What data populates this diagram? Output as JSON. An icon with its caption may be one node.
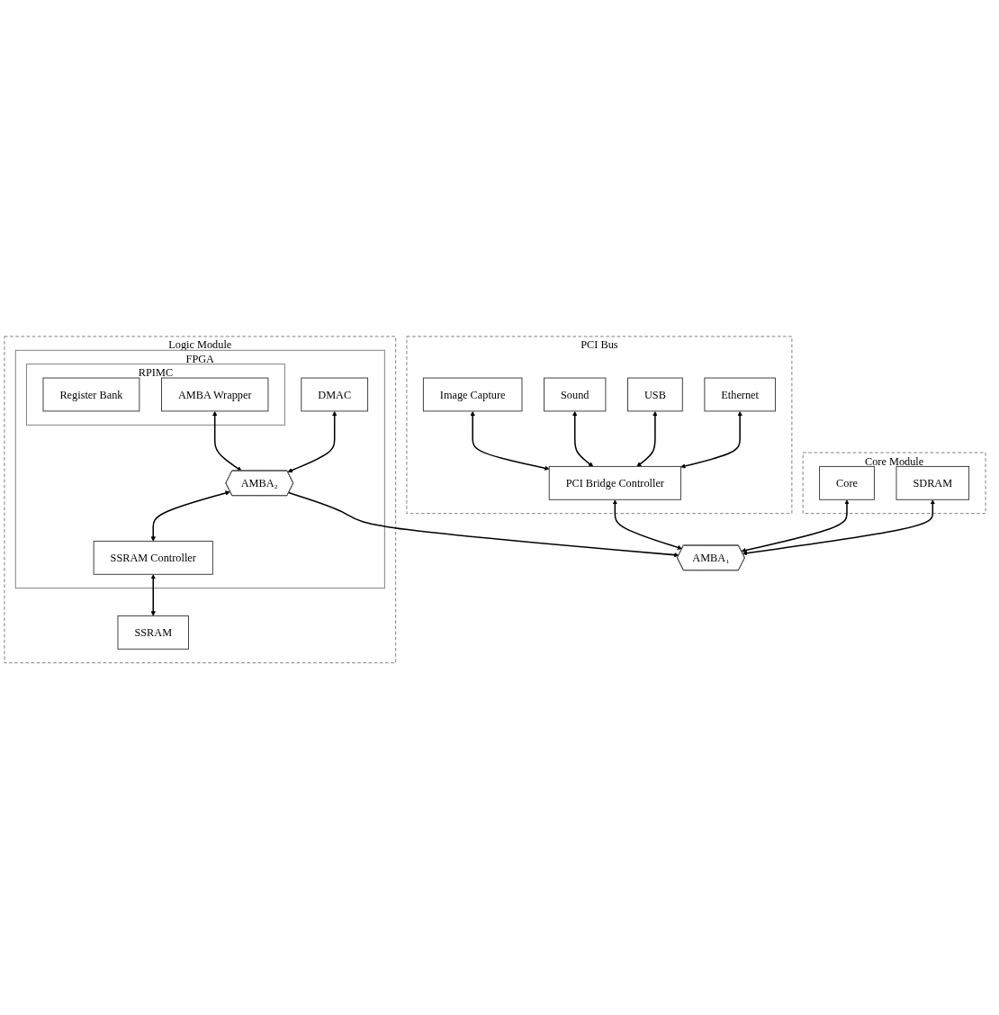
{
  "diagram": {
    "nodes": [
      {
        "text": [
          "PCI Bus"
        ]
      },
      {
        "text": [
          "Image Capture"
        ],
        "in": 0
      },
      {
        "text": [
          "Sound"
        ],
        "in": 0
      },
      {
        "text": [
          "USB"
        ],
        "in": 0
      },
      {
        "text": [
          "Ethernet"
        ],
        "in": 0
      },
      {
        "text": [
          "PCI Bridge Controller"
        ],
        "in": 0
      },
      {
        "text": [
          "Core Module"
        ]
      },
      {
        "text": [
          "Core"
        ],
        "in": 6
      },
      {
        "text": [
          "SDRAM"
        ],
        "in": 6
      },
      {
        "text": [
          "AMBA₁"
        ]
      },
      {
        "text": [
          "Logic Module"
        ]
      },
      {
        "text": [
          "FPGA"
        ],
        "in": 10
      },
      {
        "text": [
          "RPIMC"
        ],
        "in": 11
      },
      {
        "text": [
          "Register Bank"
        ],
        "in": 12
      },
      {
        "text": [
          "AMBA Wrapper"
        ],
        "in": 12
      },
      {
        "text": [
          "AMBA₂"
        ],
        "in": 11
      },
      {
        "text": [
          "DMAC"
        ],
        "in": 11
      },
      {
        "text": [
          "SSRAM Controller"
        ],
        "in": 11
      },
      {
        "text": [
          "SSRAM"
        ],
        "in": 10
      }
    ],
    "edges": [
      {
        "from": 1,
        "to": 5,
        "arrow": "both"
      },
      {
        "from": 2,
        "to": 5,
        "arrow": "both"
      },
      {
        "from": 3,
        "to": 5,
        "arrow": "both"
      },
      {
        "from": 4,
        "to": 5,
        "arrow": "both"
      },
      {
        "from": 5,
        "to": 9,
        "arrow": "both"
      },
      {
        "from": 7,
        "to": 9,
        "arrow": "both"
      },
      {
        "from": 8,
        "to": 9,
        "arrow": "both"
      },
      {
        "from": 15,
        "to": 9,
        "arrow": "to"
      },
      {
        "from": 14,
        "to": 15,
        "arrow": "both"
      },
      {
        "from": 16,
        "to": 15,
        "arrow": "both"
      },
      {
        "from": 15,
        "to": 17,
        "arrow": "both"
      },
      {
        "from": 17,
        "to": 18,
        "arrow": "both"
      }
    ]
  }
}
